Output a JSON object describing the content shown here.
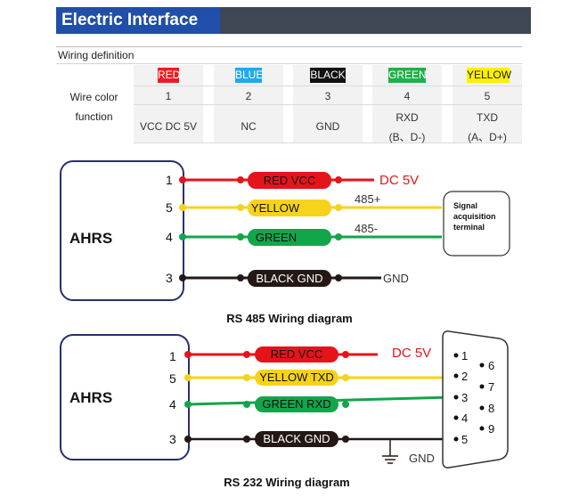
{
  "header": {
    "title": "Electric Interface"
  },
  "wiring_definition": {
    "title": "Wiring definition",
    "row_labels": [
      "Wire color",
      "function"
    ],
    "columns": [
      {
        "color_label": "RED",
        "bg": "#ee1c24",
        "fg": "#ffffff",
        "number": "1",
        "function": "VCC DC 5V",
        "function2": ""
      },
      {
        "color_label": "BLUE",
        "bg": "#22a9e8",
        "fg": "#ffffff",
        "number": "2",
        "function": "NC",
        "function2": ""
      },
      {
        "color_label": "BLACK",
        "bg": "#111111",
        "fg": "#ffffff",
        "number": "3",
        "function": "GND",
        "function2": ""
      },
      {
        "color_label": "GREEN",
        "bg": "#1faf4b",
        "fg": "#ffffff",
        "number": "4",
        "function": "RXD",
        "function2": "(B、D-)"
      },
      {
        "color_label": "YELLOW",
        "bg": "#ffef00",
        "fg": "#222222",
        "number": "5",
        "function": "TXD",
        "function2": "(A、D+)"
      }
    ]
  },
  "rs485": {
    "device": "AHRS",
    "caption": "RS 485 Wiring diagram",
    "pins": [
      "1",
      "5",
      "4",
      "3"
    ],
    "wires": [
      "RED  VCC",
      "YELLOW",
      "GREEN",
      "BLACK GND"
    ],
    "right_labels": [
      "DC 5V",
      "485+",
      "485-",
      "GND"
    ],
    "terminal": [
      "Signal",
      "acquisition",
      "terminal"
    ]
  },
  "rs232": {
    "device": "AHRS",
    "caption": "RS 232 Wiring diagram",
    "pins": [
      "1",
      "5",
      "4",
      "3"
    ],
    "wires": [
      "RED  VCC",
      "YELLOW  TXD",
      "GREEN  RXD",
      "BLACK GND"
    ],
    "right_labels": [
      "DC 5V",
      "GND"
    ],
    "db9_left": [
      "1",
      "2",
      "3",
      "4",
      "5"
    ],
    "db9_right": [
      "6",
      "7",
      "8",
      "9"
    ]
  },
  "colors": {
    "red": "#e5141b",
    "yellow": "#f6d31a",
    "green": "#13a54a",
    "black": "#231815",
    "navy": "#28306b",
    "red_text": "#e5141b"
  }
}
